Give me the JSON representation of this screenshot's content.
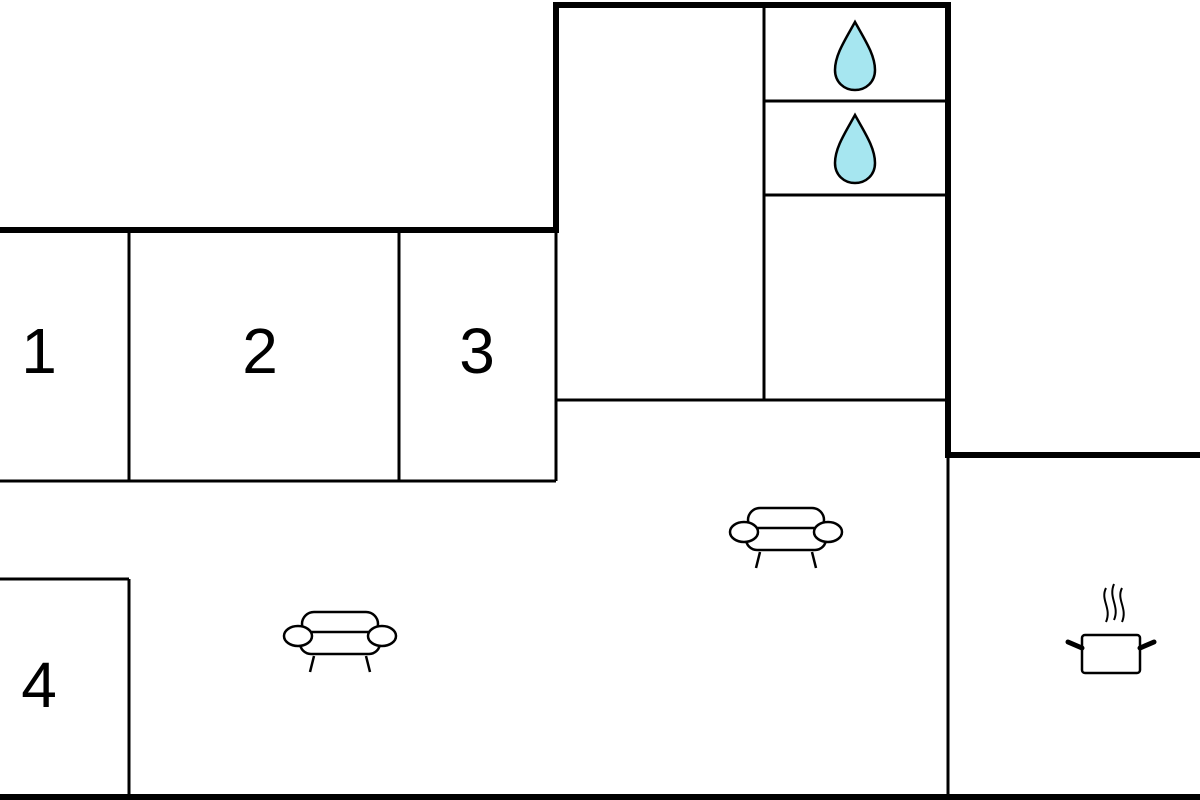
{
  "rooms": [
    {
      "label": "1"
    },
    {
      "label": "2"
    },
    {
      "label": "3"
    },
    {
      "label": "4"
    }
  ],
  "icons": {
    "bathroom": "water-drop-icon",
    "living": "armchair-icon",
    "kitchen": "cooking-pot-icon"
  },
  "colors": {
    "walls": "#000000",
    "water_drop": "#a6e6f0",
    "background": "#ffffff"
  }
}
